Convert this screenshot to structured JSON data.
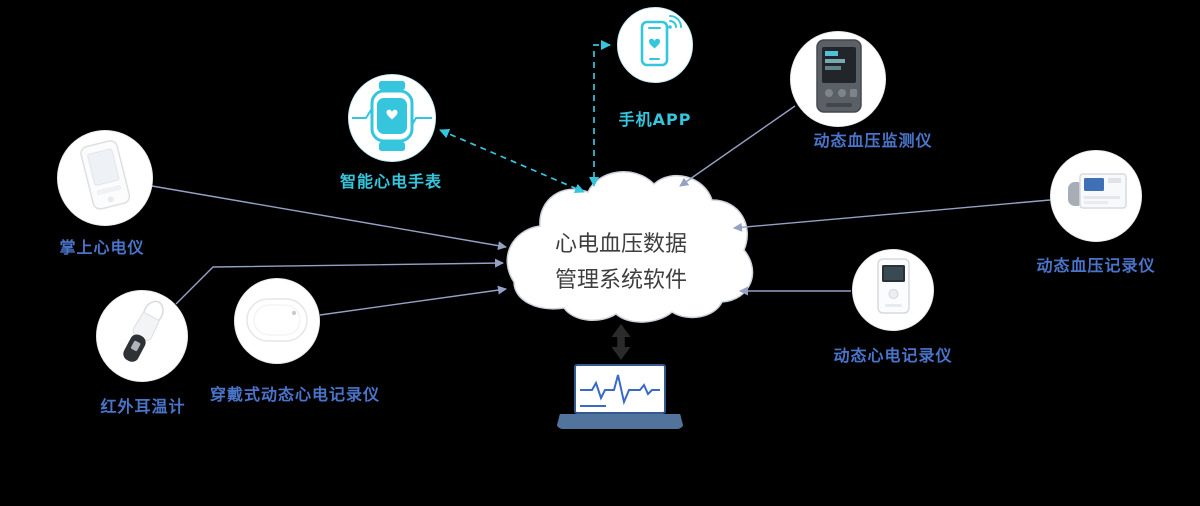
{
  "cloud": {
    "line1": "心电血压数据",
    "line2": "管理系统软件"
  },
  "nodes": {
    "phone": {
      "label": "手机APP"
    },
    "watch": {
      "label": "智能心电手表"
    },
    "handheld": {
      "label": "掌上心电仪"
    },
    "thermometer": {
      "label": "红外耳温计"
    },
    "patch": {
      "label": "穿戴式动态心电记录仪"
    },
    "abpm": {
      "label": "动态血压监测仪"
    },
    "bp_recorder": {
      "label": "动态血压记录仪"
    },
    "holter": {
      "label": "动态心电记录仪"
    }
  },
  "colors": {
    "cyan_accent": "#35c6de",
    "label_blue": "#4a74c9",
    "line_blue_gray": "#94a1c4",
    "cloud_border": "#cdd2da",
    "laptop_wave_blue": "#3a6bc4"
  }
}
